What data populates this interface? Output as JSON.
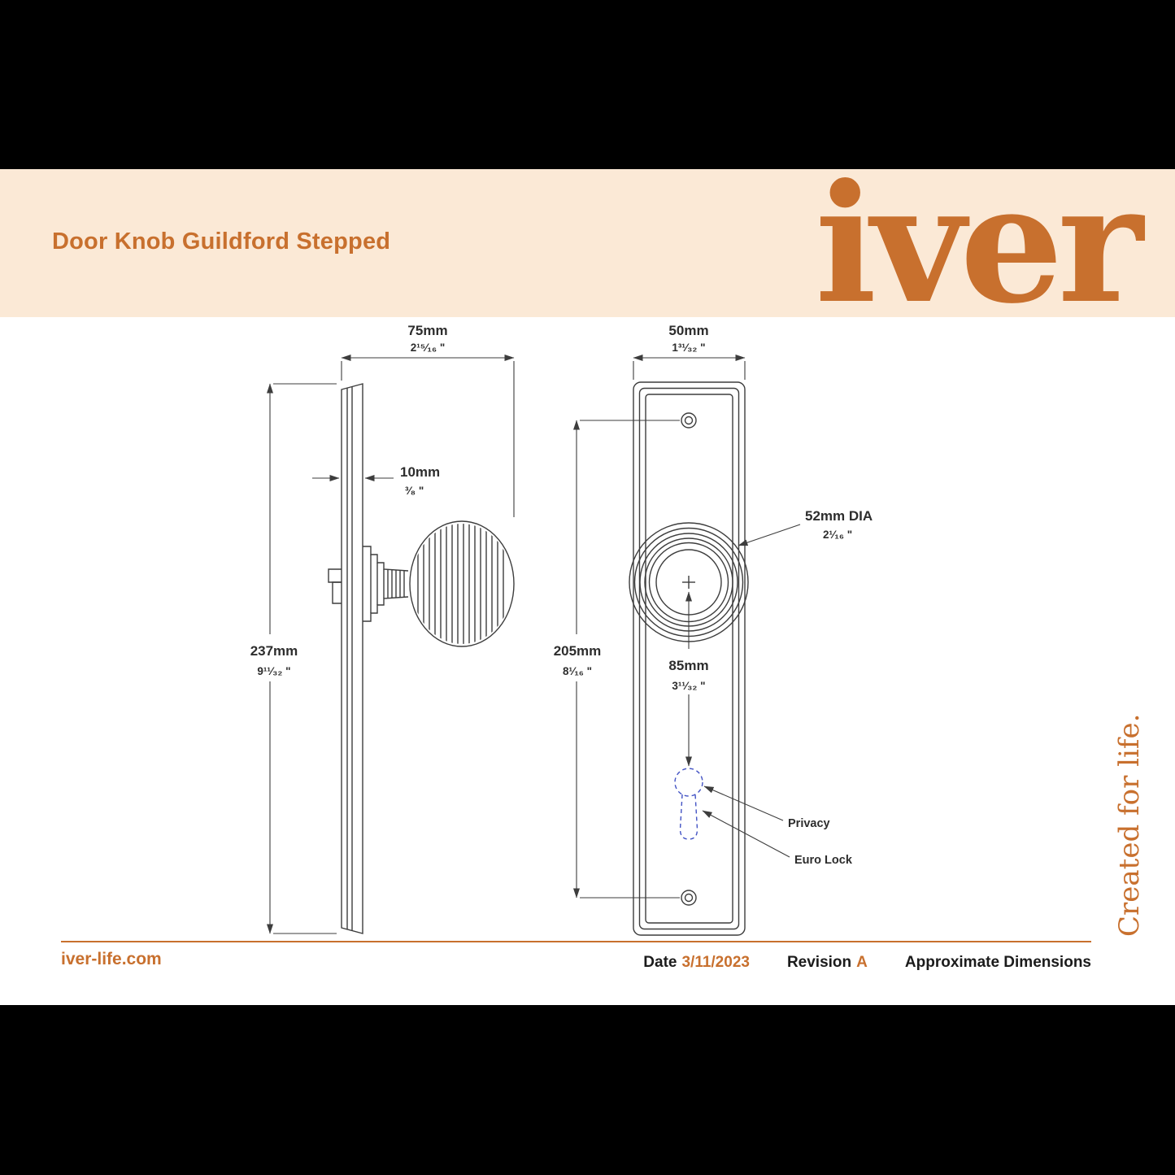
{
  "colors": {
    "accent": "#c8702e",
    "band": "#fbe9d6",
    "line": "#3d3d3d",
    "ink": "#2d2d2d",
    "lockdash": "#4353c4"
  },
  "header": {
    "title": "Door Knob Guildford Stepped",
    "logo_text": "iver"
  },
  "drawing": {
    "side_view": {
      "projection": {
        "mm": "75mm",
        "inch": "2¹⁵⁄₁₆ \""
      },
      "plate_thickness": {
        "mm": "10mm",
        "inch": "³⁄₈ \""
      },
      "plate_height": {
        "mm": "237mm",
        "inch": "9¹¹⁄₃₂ \""
      }
    },
    "front_view": {
      "plate_width": {
        "mm": "50mm",
        "inch": "1³¹⁄₃₂ \""
      },
      "screw_centres": {
        "mm": "205mm",
        "inch": "8¹⁄₁₆ \""
      },
      "knob_diameter": {
        "mm": "52mm DIA",
        "inch": "2¹⁄₁₆ \""
      },
      "centre_to_cylinder": {
        "mm": "85mm",
        "inch": "3¹¹⁄₃₂ \""
      },
      "privacy_label": "Privacy",
      "euro_lock_label": "Euro Lock"
    }
  },
  "tagline": "Created for life.",
  "footer": {
    "website": "iver-life.com",
    "date_label": "Date",
    "date_value": "3/11/2023",
    "revision_label": "Revision",
    "revision_value": "A",
    "note": "Approximate Dimensions"
  }
}
